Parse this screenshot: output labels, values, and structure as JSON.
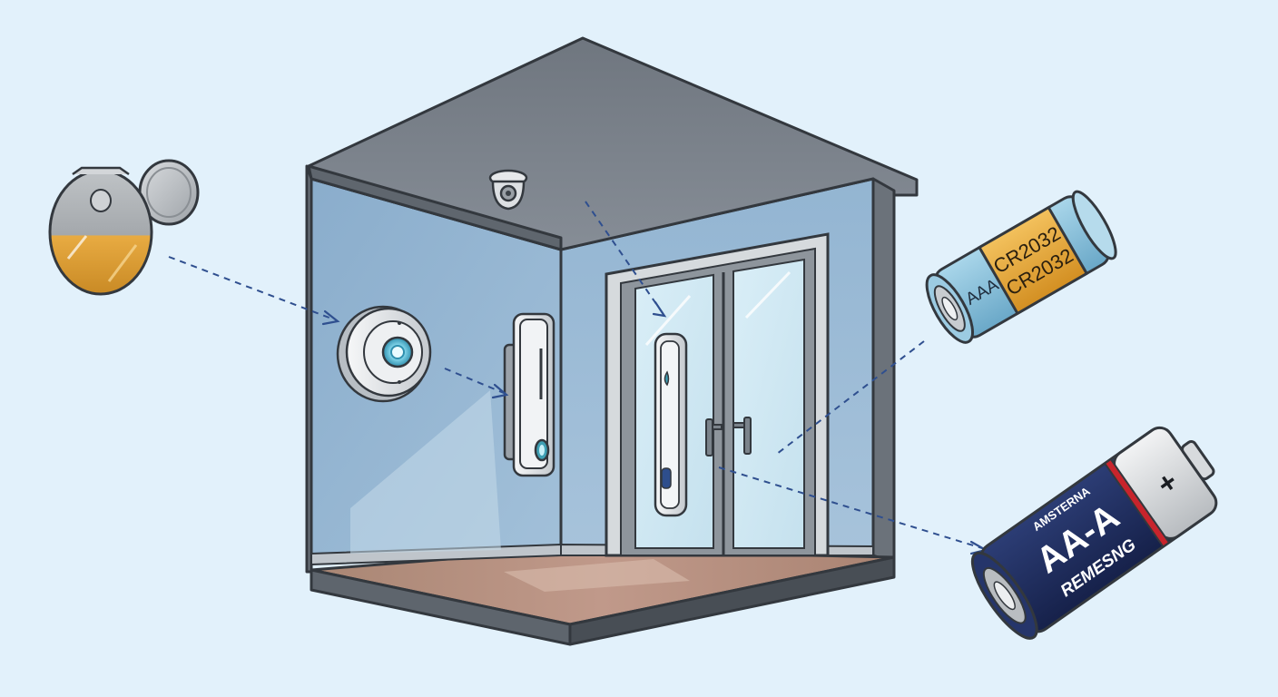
{
  "colors": {
    "background": "#e2f1fb",
    "wall_left": "#8fb2cf",
    "wall_back": "#9bbbd6",
    "ceiling": "#7a818a",
    "frame_dark": "#5f6770",
    "floor": "#b38e7c",
    "arrow": "#2f4f8f",
    "cr2032_blue": "#86c1de",
    "cr2032_gold": "#e7a63a",
    "aa_navy": "#1f2d5c",
    "aa_red": "#c8242c",
    "coin_gold": "#e2a33c"
  },
  "icons": {
    "coin_cell": "coin-cell-battery-icon",
    "ceiling_device": "ceiling-camera-icon",
    "wall_sensor": "smoke-detector-icon",
    "wall_panel": "motion-sensor-icon",
    "door_sensor": "door-contact-sensor-icon",
    "battery_small": "cr2032-cylinder-battery-icon",
    "battery_large": "aa-battery-icon"
  },
  "battery_small": {
    "label_left": "AAA",
    "label_top": "CR2032",
    "label_bottom": "CR2032"
  },
  "battery_large": {
    "brand_top": "AMSTERNA",
    "size_label": "AA-A",
    "brand_bottom": "REMESNG",
    "polarity": "+"
  }
}
